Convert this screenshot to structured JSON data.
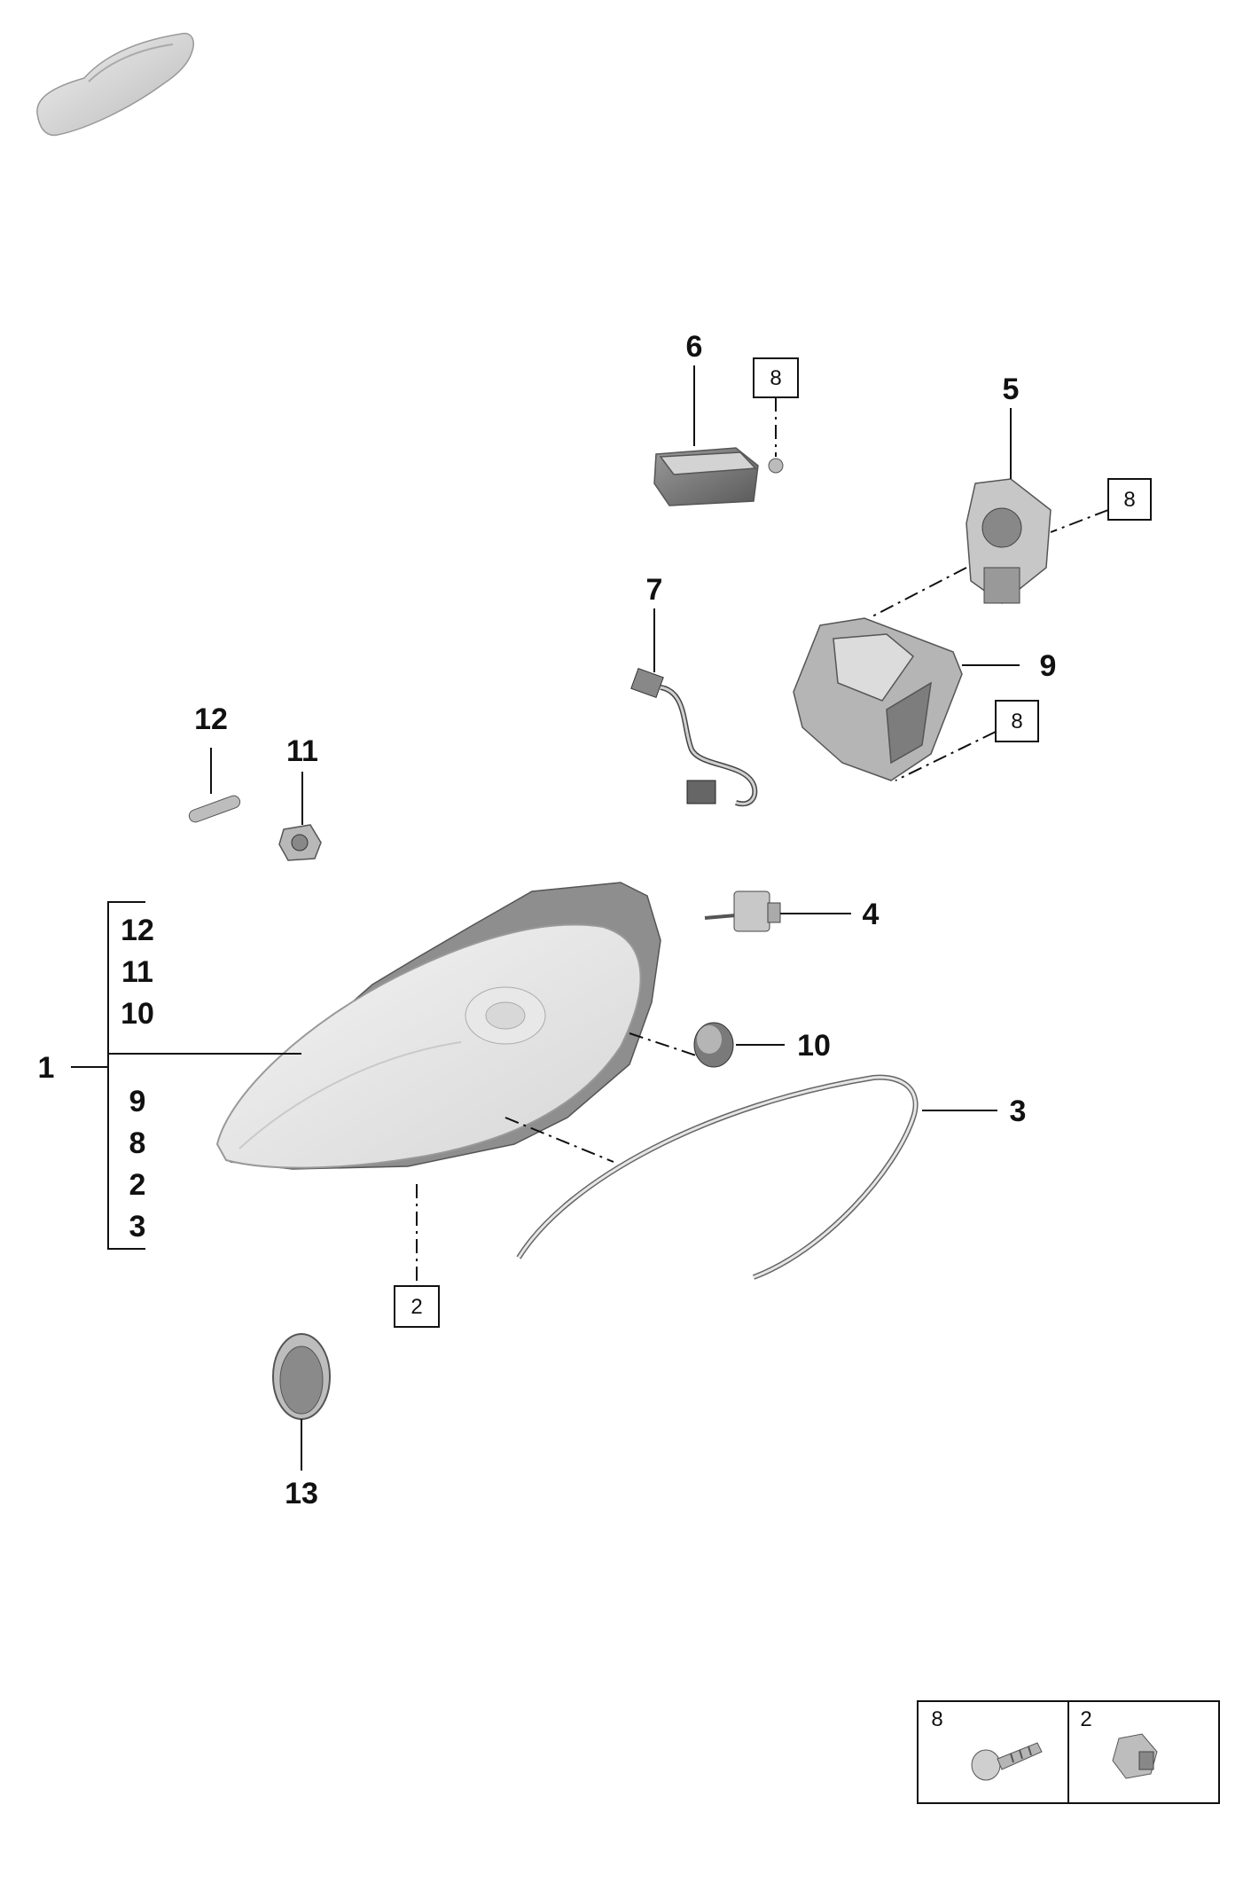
{
  "callouts": {
    "c1": "1",
    "c2": "2",
    "c3": "3",
    "c4": "4",
    "c5": "5",
    "c6": "6",
    "c7": "7",
    "c9": "9",
    "c10": "10",
    "c11": "11",
    "c12": "12",
    "c13": "13"
  },
  "boxed_refs": {
    "b8_a": "8",
    "b8_b": "8",
    "b8_c": "8",
    "b2": "2"
  },
  "bracket_list": {
    "upper": [
      "12",
      "11",
      "10"
    ],
    "lower": [
      "9",
      "8",
      "2",
      "3"
    ]
  },
  "legend": {
    "cell1_label": "8",
    "cell2_label": "2"
  },
  "icons": [
    "car-silhouette-icon",
    "headlight-part",
    "screw-icon",
    "nut-icon"
  ]
}
